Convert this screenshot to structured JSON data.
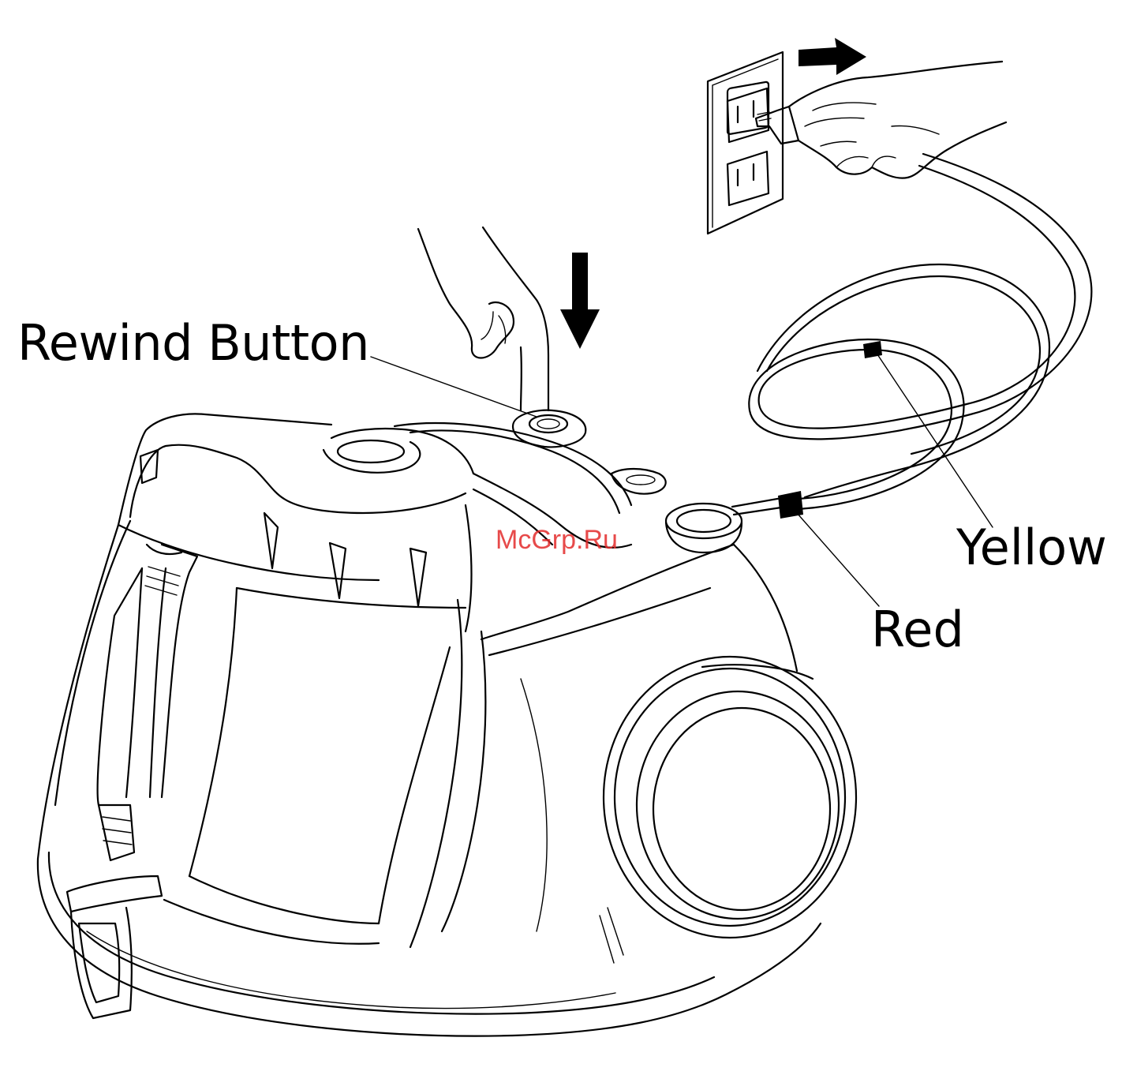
{
  "labels": {
    "rewind_button": "Rewind Button",
    "yellow": "Yellow",
    "red": "Red"
  },
  "watermark": "McGrp.Ru",
  "colors": {
    "line": "#000000",
    "background": "#ffffff",
    "watermark": "#e32b2b"
  }
}
